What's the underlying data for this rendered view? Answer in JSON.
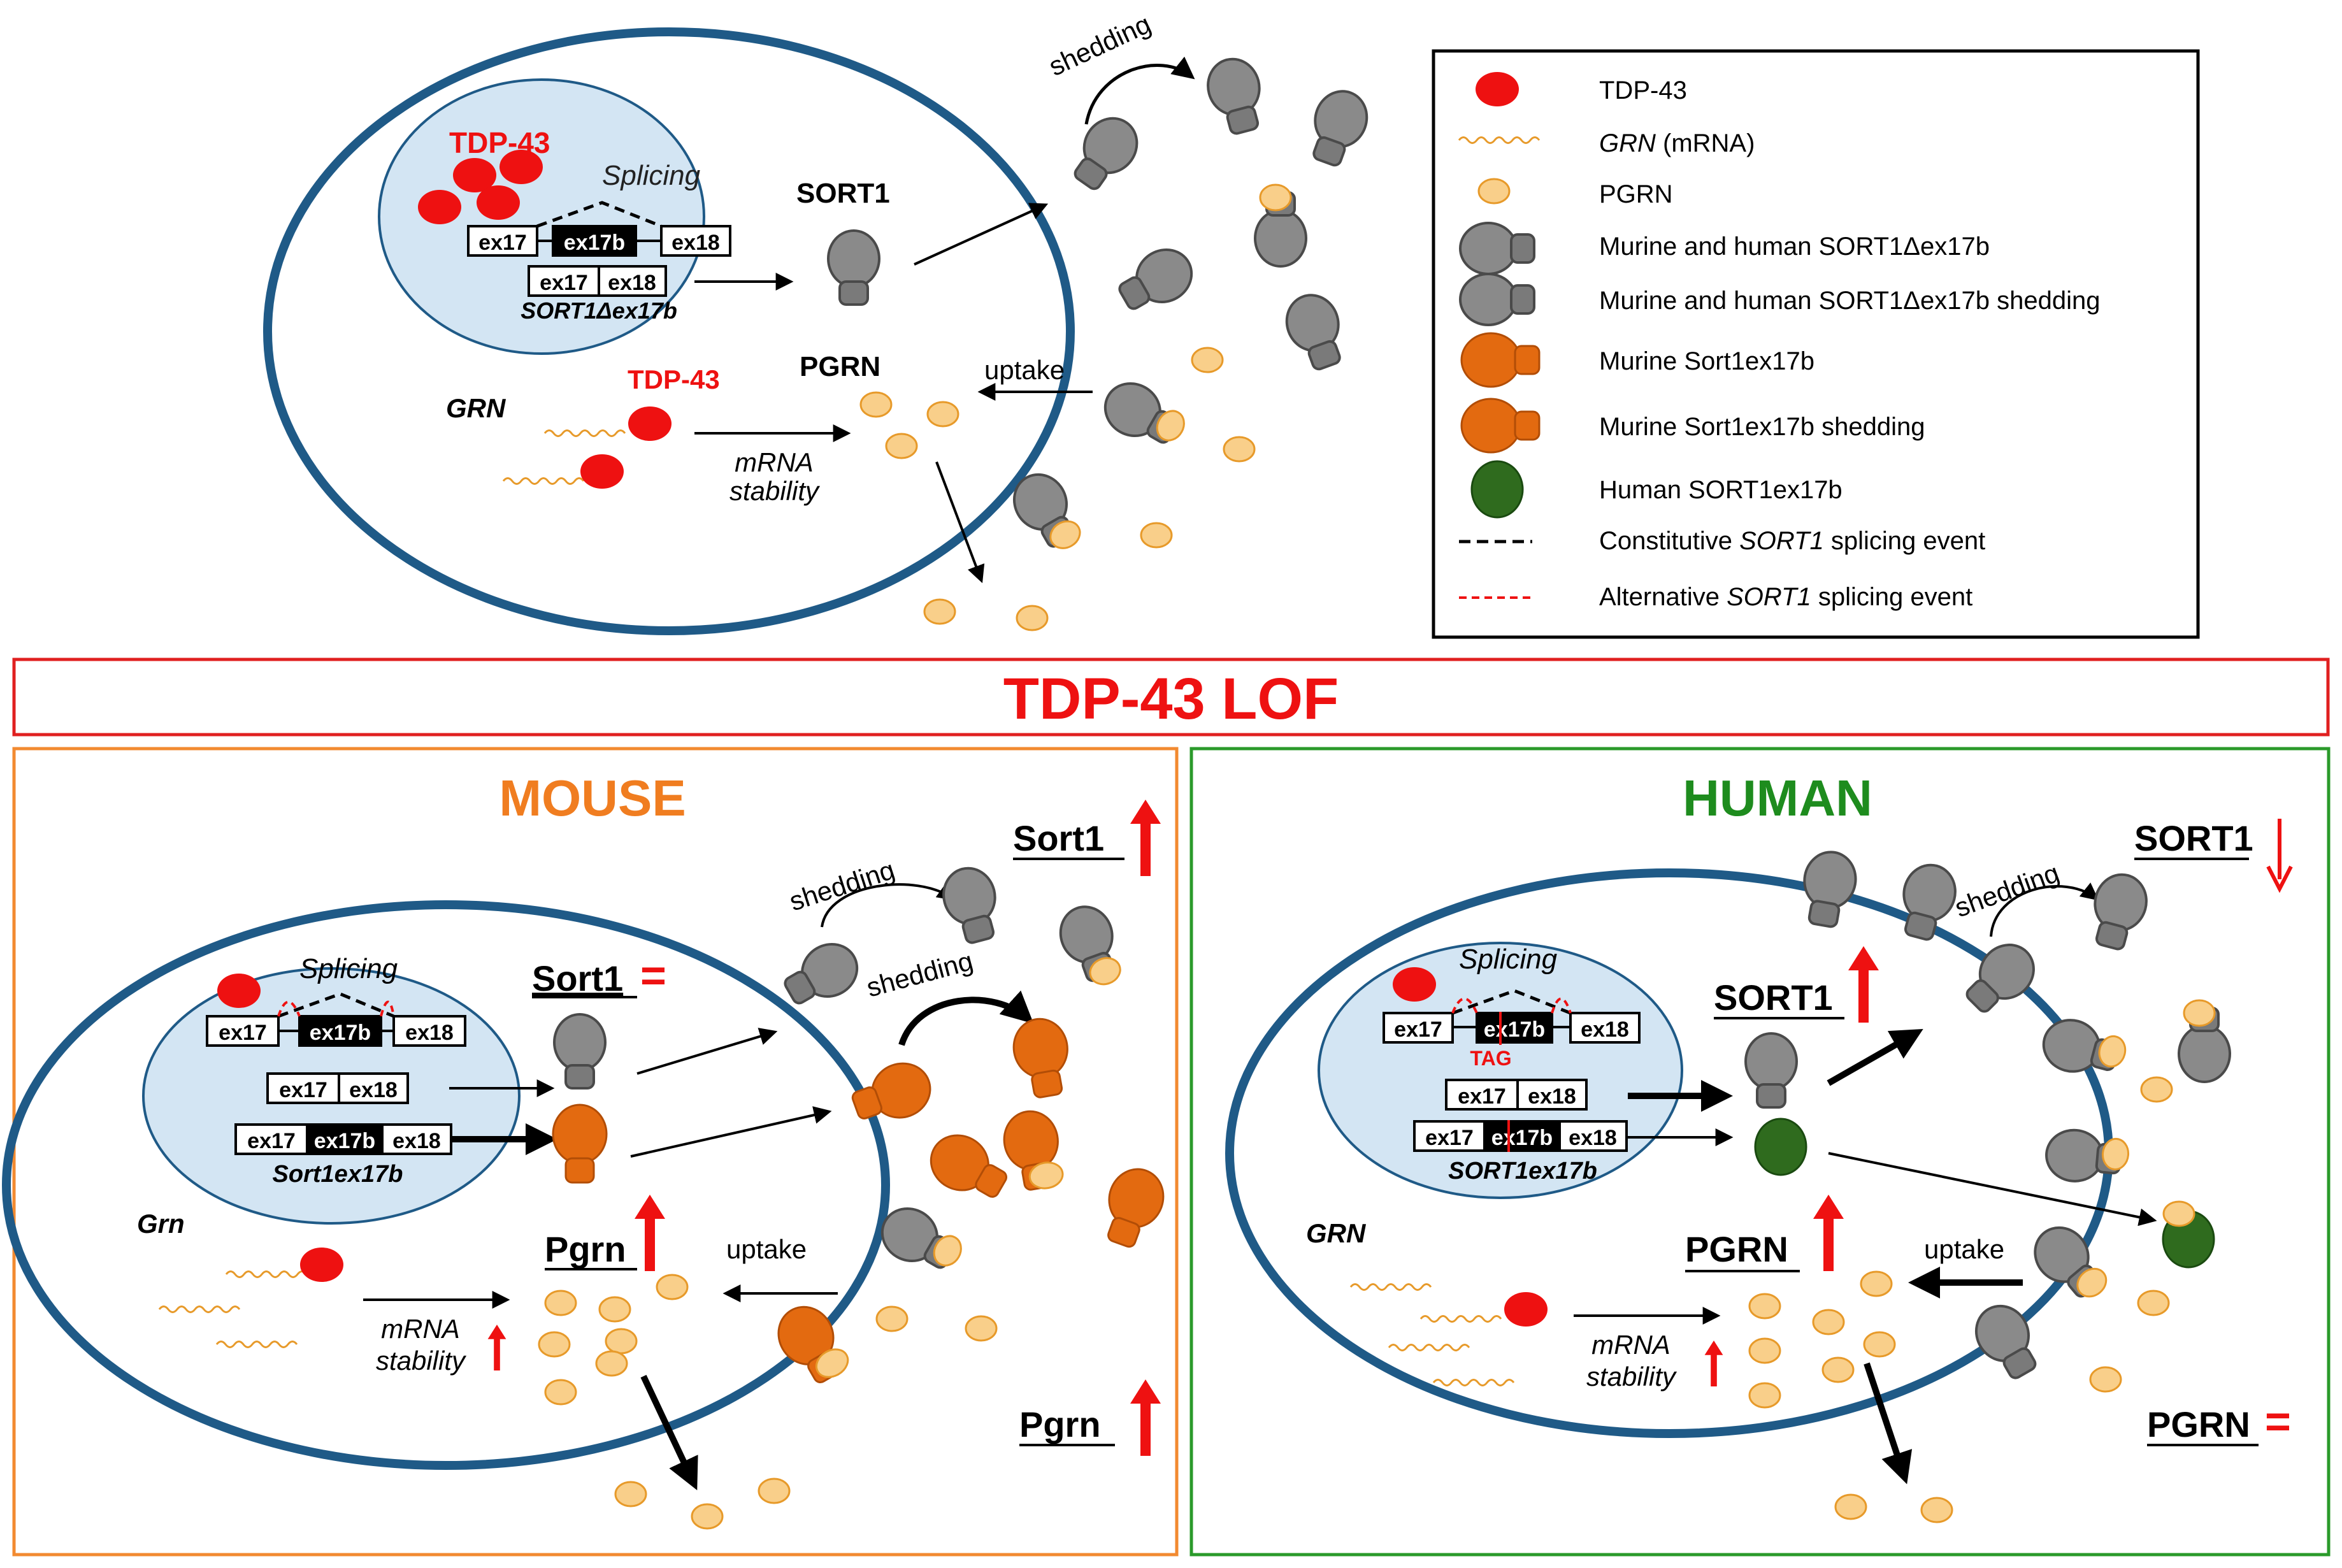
{
  "colors": {
    "membrane": "#1f5a87",
    "nucleus_fill": "#d3e5f3",
    "tdp43": "#ee1111",
    "pgrn_fill": "#f9cf8a",
    "pgrn_stroke": "#e79a2a",
    "sort1_gray": "#8a8a8a",
    "sort1_gray_dark": "#5a5a5a",
    "murine_orange": "#e36a10",
    "human_green": "#2f6b1e",
    "lof_border": "#e02020",
    "mouse_border": "#f28a30",
    "human_border": "#2a9a2a",
    "mouse_title": "#f07d20",
    "human_title": "#1e8c1e",
    "red_text": "#ee1111"
  },
  "legend": {
    "items": [
      {
        "icon": "tdp43-icon",
        "label": "TDP-43",
        "italic_part": ""
      },
      {
        "icon": "mrna-wave-icon",
        "label": "GRN",
        "suffix": " (mRNA)",
        "italic_part": "GRN"
      },
      {
        "icon": "pgrn-icon",
        "label": "PGRN",
        "italic_part": ""
      },
      {
        "icon": "sort1-gray-icon",
        "label": "Murine and human SORT1Δex17b",
        "italic_part": ""
      },
      {
        "icon": "sort1-gray-shedding-icon",
        "label": "Murine and human SORT1Δex17b shedding",
        "italic_part": ""
      },
      {
        "icon": "sort1-orange-icon",
        "label": "Murine Sort1ex17b",
        "italic_part": ""
      },
      {
        "icon": "sort1-orange-shedding-icon",
        "label": "Murine Sort1ex17b shedding",
        "italic_part": ""
      },
      {
        "icon": "sort1-green-icon",
        "label": "Human SORT1ex17b",
        "italic_part": ""
      },
      {
        "icon": "black-dash-icon",
        "label_pre": "Constitutive ",
        "label_italic": "SORT1",
        "label_post": " splicing event"
      },
      {
        "icon": "red-dash-icon",
        "label_pre": "Alternative ",
        "label_italic": "SORT1",
        "label_post": " splicing event"
      }
    ]
  },
  "top_panel": {
    "tdp43_nuc_label": "TDP-43",
    "splicing": "Splicing",
    "exons_top": [
      "ex17",
      "ex17b",
      "ex18"
    ],
    "exons_spliced": [
      "ex17",
      "ex18"
    ],
    "transcript_label": "SORT1Δex17b",
    "sort1_label": "SORT1",
    "pgrn_label": "PGRN",
    "grn_label": "GRN",
    "tdp43_label": "TDP-43",
    "mrna_stability_1": "mRNA",
    "mrna_stability_2": "stability",
    "uptake": "uptake",
    "shedding": "shedding"
  },
  "lof_banner": "TDP-43 LOF",
  "mouse_panel": {
    "title": "MOUSE",
    "splicing": "Splicing",
    "exons_top": [
      "ex17",
      "ex17b",
      "ex18"
    ],
    "exons_spliced": [
      "ex17",
      "ex18"
    ],
    "exons_incl": [
      "ex17",
      "ex17b",
      "ex18"
    ],
    "transcript_label": "Sort1ex17b",
    "sort1_cell_label": "Sort1",
    "sort1_cell_sign": "=",
    "sort1_out_label": "Sort1",
    "pgrn_cell_label": "Pgrn",
    "pgrn_out_label": "Pgrn",
    "grn_label": "Grn",
    "mrna_stability_1": "mRNA",
    "mrna_stability_2": "stability",
    "uptake": "uptake",
    "shedding_1": "shedding",
    "shedding_2": "shedding"
  },
  "human_panel": {
    "title": "HUMAN",
    "splicing": "Splicing",
    "exons_top": [
      "ex17",
      "ex17b",
      "ex18"
    ],
    "tag": "TAG",
    "exons_spliced": [
      "ex17",
      "ex18"
    ],
    "exons_incl": [
      "ex17",
      "ex17b",
      "ex18"
    ],
    "transcript_label": "SORT1ex17b",
    "sort1_cell_label": "SORT1",
    "sort1_out_label": "SORT1",
    "pgrn_cell_label": "PGRN",
    "pgrn_out_label": "PGRN",
    "pgrn_out_sign": "=",
    "grn_label": "GRN",
    "mrna_stability_1": "mRNA",
    "mrna_stability_2": "stability",
    "uptake": "uptake",
    "shedding": "shedding"
  }
}
